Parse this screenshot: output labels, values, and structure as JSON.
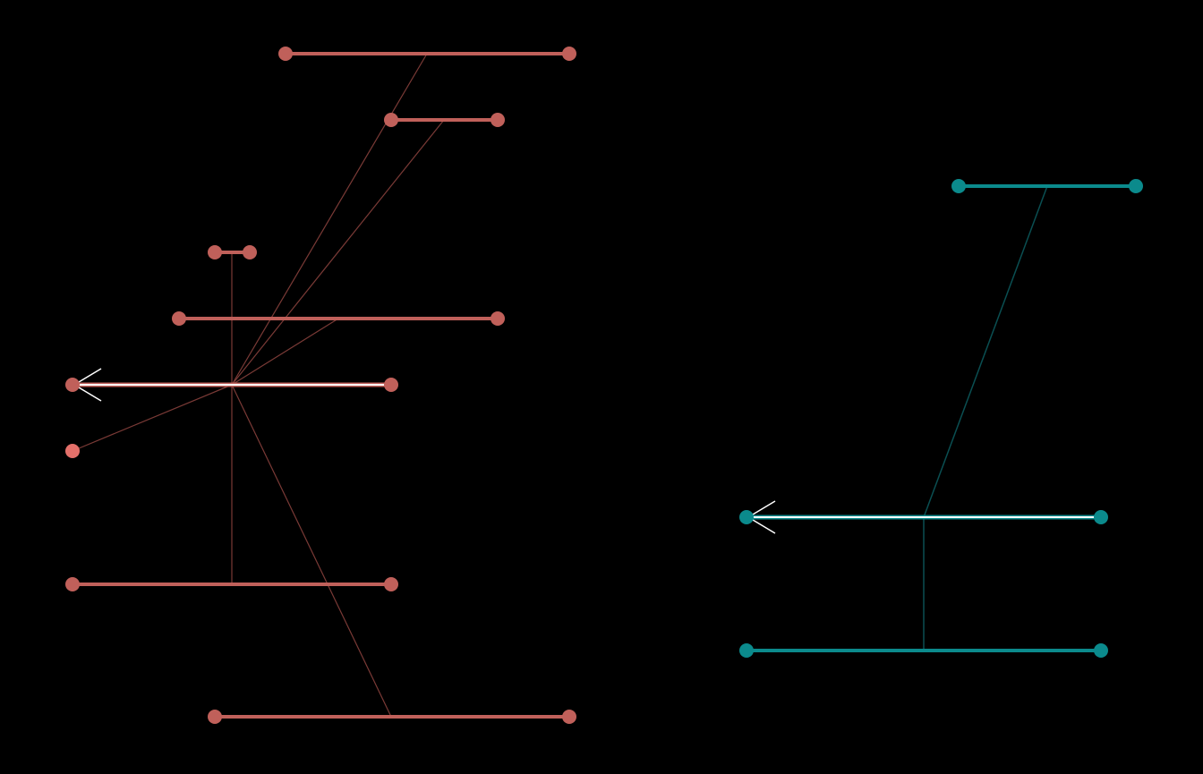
{
  "colors": {
    "background": "#000000",
    "red_group": "#c0605a",
    "red_link": "#7a3a36",
    "red_highlight_node": "#e4706a",
    "teal_group": "#0b8a8c",
    "teal_link": "#0a4f52",
    "selected_bar": "#ffffff"
  },
  "diagram": {
    "groups": [
      {
        "name": "red-group",
        "bar_count": 7,
        "loose_node_count": 1,
        "selected_bar": "row-5"
      },
      {
        "name": "teal-group",
        "bar_count": 3,
        "loose_node_count": 0,
        "selected_bar": "row-2"
      }
    ]
  }
}
